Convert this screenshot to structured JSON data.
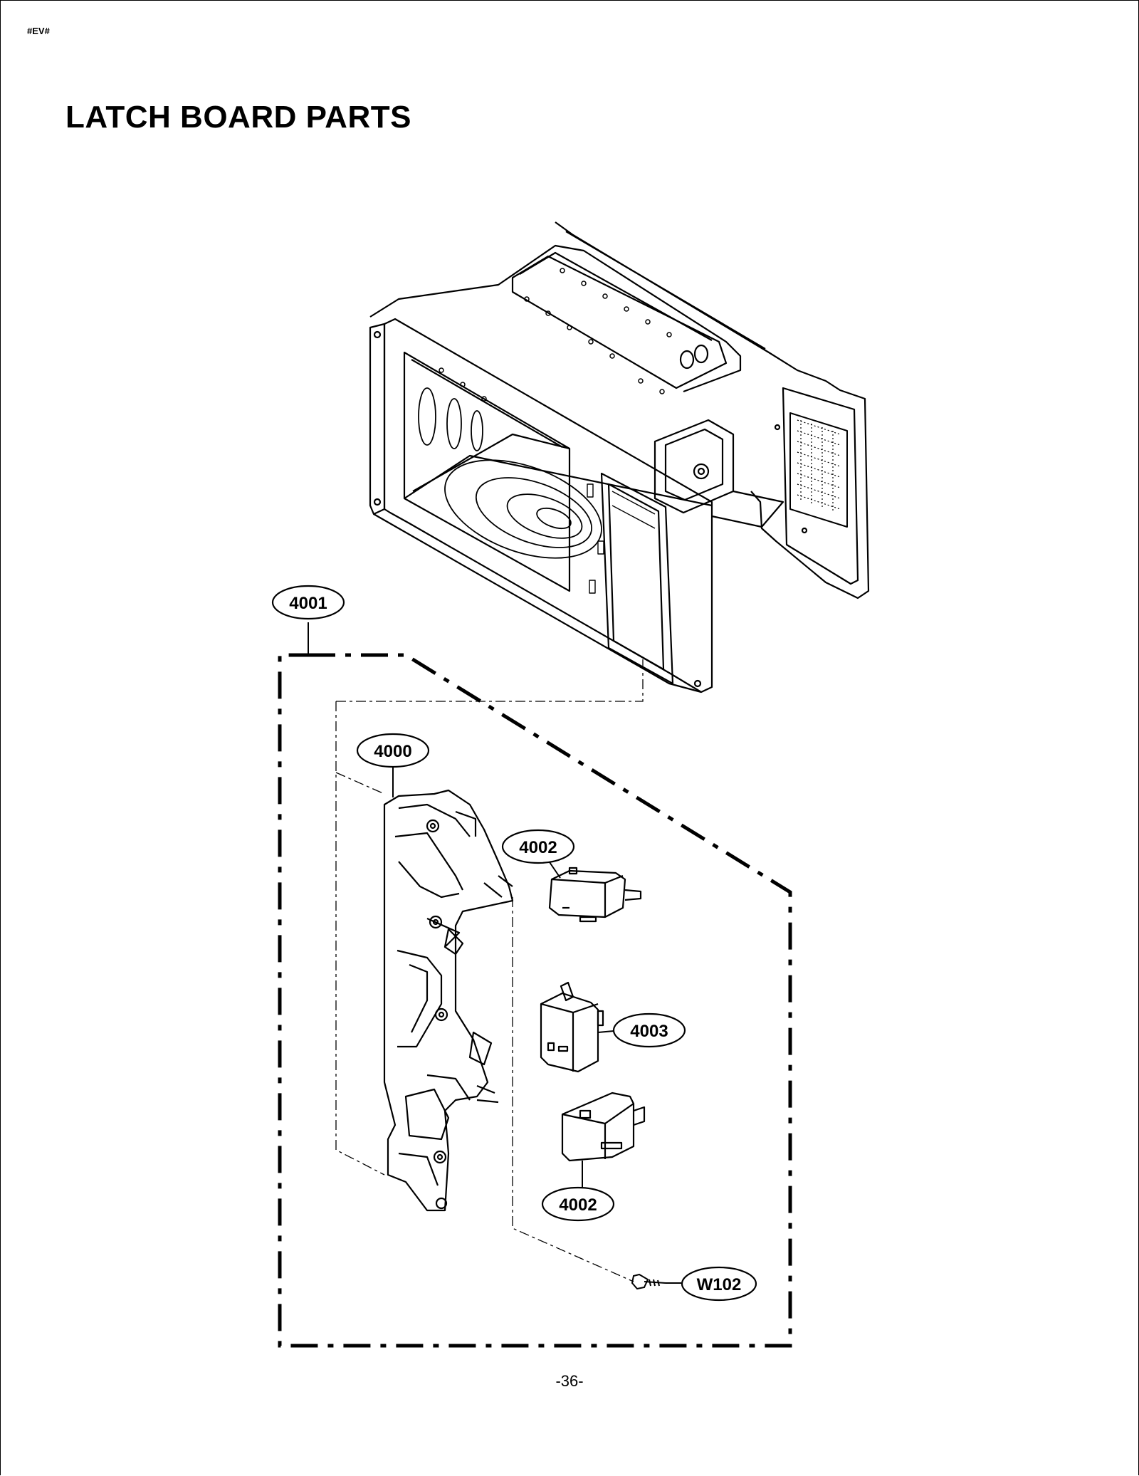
{
  "header": {
    "tag": "#EV#",
    "title": "LATCH BOARD PARTS"
  },
  "callouts": {
    "c4001": "4001",
    "c4000": "4000",
    "c4002_top": "4002",
    "c4003": "4003",
    "c4002_bottom": "4002",
    "cW102": "W102"
  },
  "footer": {
    "page_number": "-36-"
  }
}
